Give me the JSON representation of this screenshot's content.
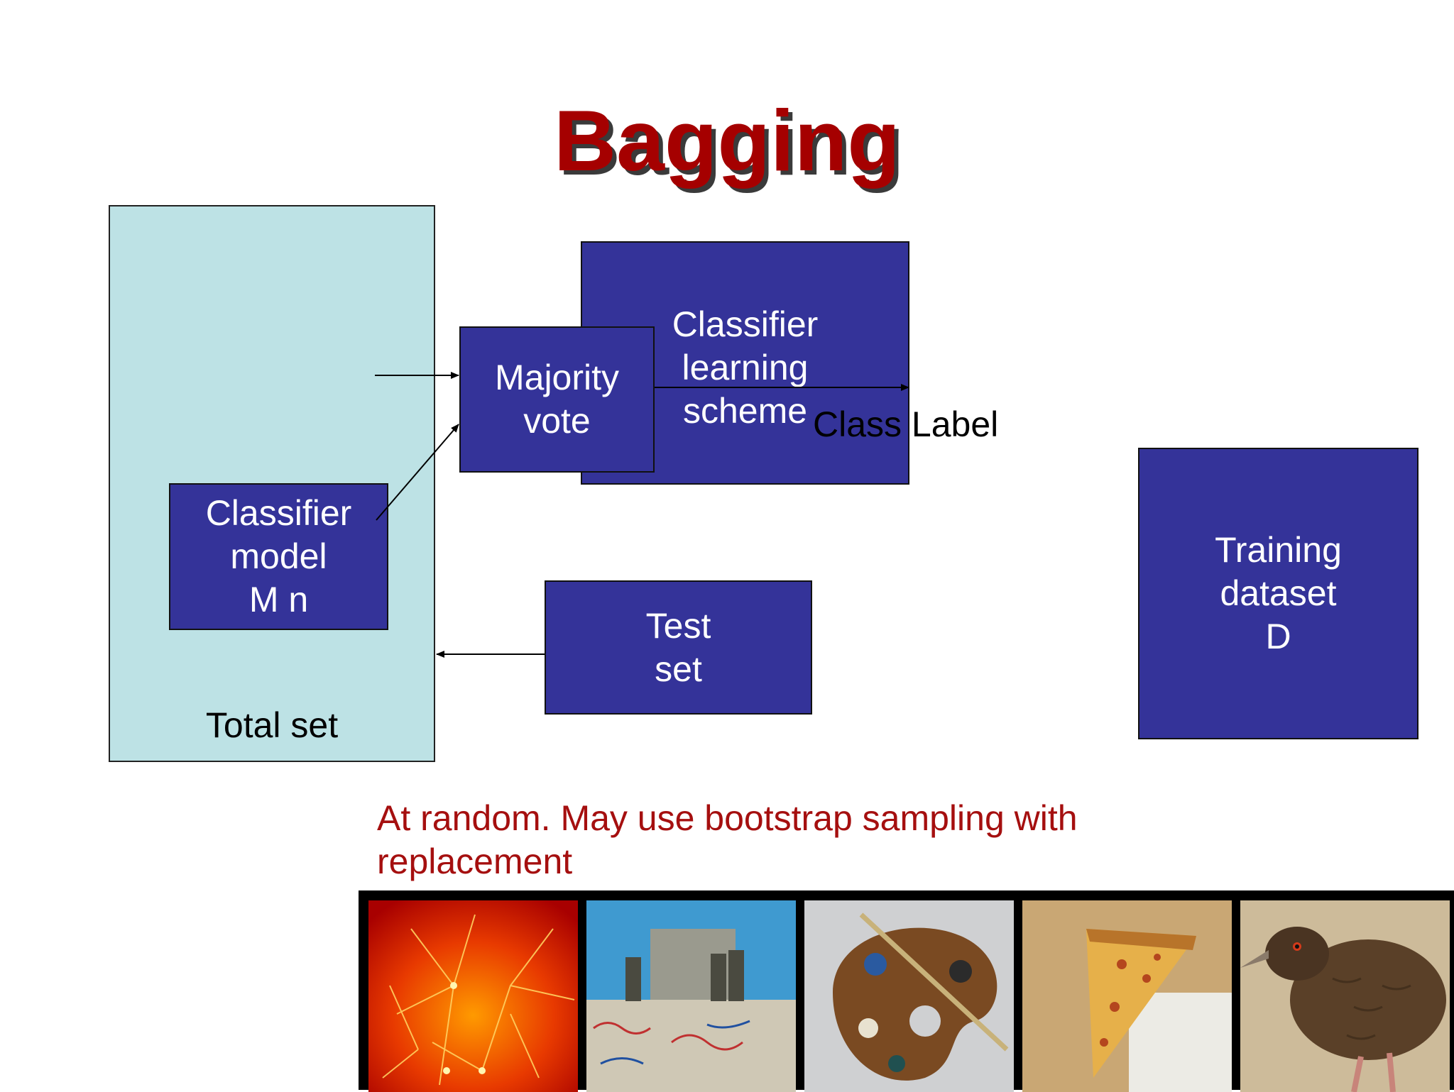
{
  "title": "Bagging",
  "diagram": {
    "total_set_label": "Total set",
    "classifier_scheme": [
      "Classifier",
      "learning",
      "scheme"
    ],
    "majority_vote": [
      "Majority",
      "vote"
    ],
    "classifier_model": [
      "Classifier",
      "model",
      "M n"
    ],
    "test_set": [
      "Test",
      "set"
    ],
    "training_dataset": [
      "Training",
      "dataset",
      "D"
    ],
    "class_label": "Class Label"
  },
  "note": "At random. May use bootstrap sampling with replacement",
  "image_strip": {
    "thumbnails": [
      "neurons-image",
      "berlin-wall-image",
      "paint-palette-image",
      "pizza-slice-image",
      "kiwi-bird-image"
    ]
  },
  "colors": {
    "title": "#a50000",
    "box_fill": "#343399",
    "total_set_fill": "#bde2e5",
    "note_text": "#a50f0f"
  }
}
